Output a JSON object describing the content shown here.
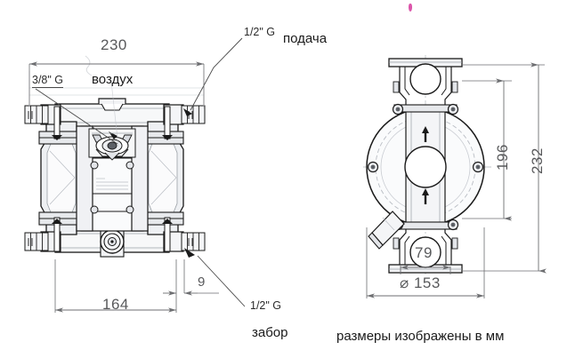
{
  "document": {
    "type": "technical-drawing",
    "subject": "Pneumatic double diaphragm pump dimensional drawing",
    "units_note": "размеры изображены в мм"
  },
  "views": {
    "front": {
      "name": "front-view",
      "caption": ""
    },
    "side": {
      "name": "side-view",
      "caption": ""
    }
  },
  "annotations": {
    "air_thread": "3/8\" G",
    "air_label": "воздух",
    "supply_thread": "1/2\" G",
    "supply_label": "подача",
    "intake_thread": "1/2\" G",
    "intake_label": "забор",
    "units": "размеры изображены в мм"
  },
  "dimensions": {
    "width_230": "230",
    "width_164": "164",
    "offset_9": "9",
    "height_196": "196",
    "height_232": "232",
    "width_79": "79",
    "diameter_153": "⌀ 153",
    "diameter_153_value": "153",
    "diameter_symbol": "⌀"
  },
  "colors": {
    "line": "#1a1a1a",
    "dim_line": "#6d6e71",
    "dim_text": "#58595b",
    "fill_light": "#f2f3f5",
    "fill_mid": "#e3e5e9",
    "fill_dark": "#cfd3d9",
    "accent_mark": "#d6379b",
    "background": "#ffffff"
  },
  "marks": {
    "stray_pink_dot": "pink-speck"
  }
}
